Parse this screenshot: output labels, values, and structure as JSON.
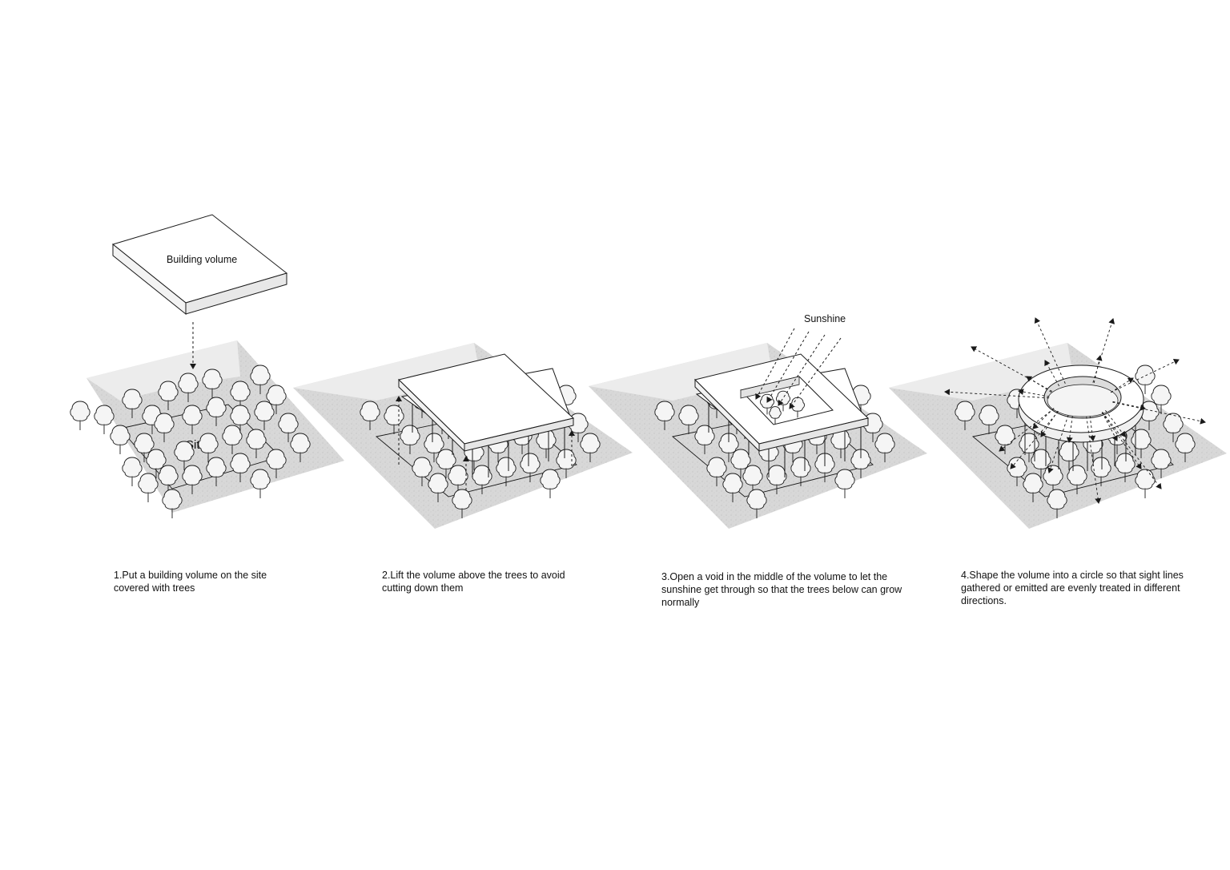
{
  "labels": {
    "building_volume": "Building volume",
    "site": "Site",
    "sunshine": "Sunshine"
  },
  "steps": [
    {
      "caption": "1.Put a building volume on the site covered with trees"
    },
    {
      "caption": "2.Lift the volume above the trees to avoid cutting down them"
    },
    {
      "caption": "3.Open a void in the middle of the volume to let the sunshine get through so that the trees below can grow normally"
    },
    {
      "caption": "4.Shape the volume into a circle so that sight lines gathered or emitted are evenly treated in different directions."
    }
  ],
  "colors": {
    "ground": "#d6d6d6",
    "ground_light": "#e6e6e6",
    "line": "#1a1a1a",
    "tree_fill": "#f4f4f4",
    "volume_fill": "#ffffff"
  }
}
